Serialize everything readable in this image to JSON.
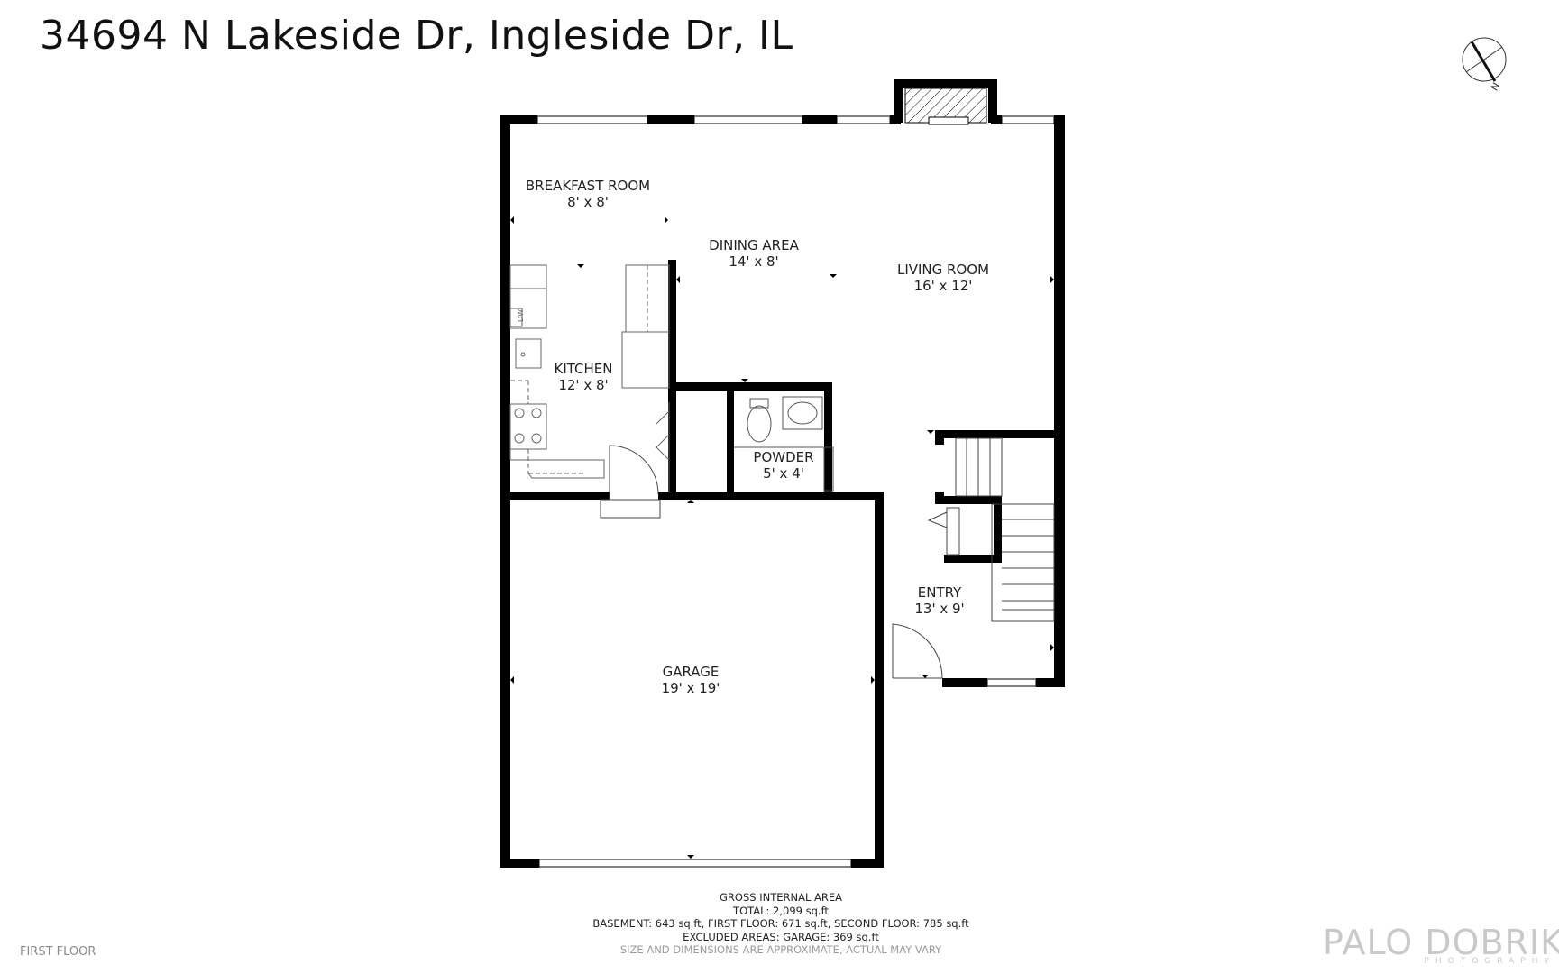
{
  "header": {
    "title": "34694 N Lakeside Dr, Ingleside Dr, IL"
  },
  "rooms": [
    {
      "name": "BREAKFAST ROOM",
      "size": "8' x 8'"
    },
    {
      "name": "DINING AREA",
      "size": "14' x 8'"
    },
    {
      "name": "LIVING ROOM",
      "size": "16' x 12'"
    },
    {
      "name": "KITCHEN",
      "size": "12' x 8'"
    },
    {
      "name": "POWDER",
      "size": "5' x 4'"
    },
    {
      "name": "ENTRY",
      "size": "13' x 9'"
    },
    {
      "name": "GARAGE",
      "size": "19' x 19'"
    }
  ],
  "fixtures": {
    "dishwasher": "DW"
  },
  "area": {
    "heading": "GROSS INTERNAL AREA",
    "total": "TOTAL: 2,099 sq.ft",
    "floors": "BASEMENT: 643 sq.ft, FIRST FLOOR: 671 sq.ft, SECOND FLOOR: 785 sq.ft",
    "excluded": "EXCLUDED AREAS: GARAGE: 369 sq.ft",
    "note": "SIZE AND DIMENSIONS ARE APPROXIMATE, ACTUAL MAY VARY"
  },
  "floor_label": "FIRST FLOOR",
  "logo": {
    "main": "PALO DOBRIK",
    "sub": "PHOTOGRAPHY"
  },
  "compass": {
    "letter": "N"
  },
  "colors": {
    "wall": "#000000",
    "fixture": "#777777",
    "logo": "#c9c9c9"
  }
}
